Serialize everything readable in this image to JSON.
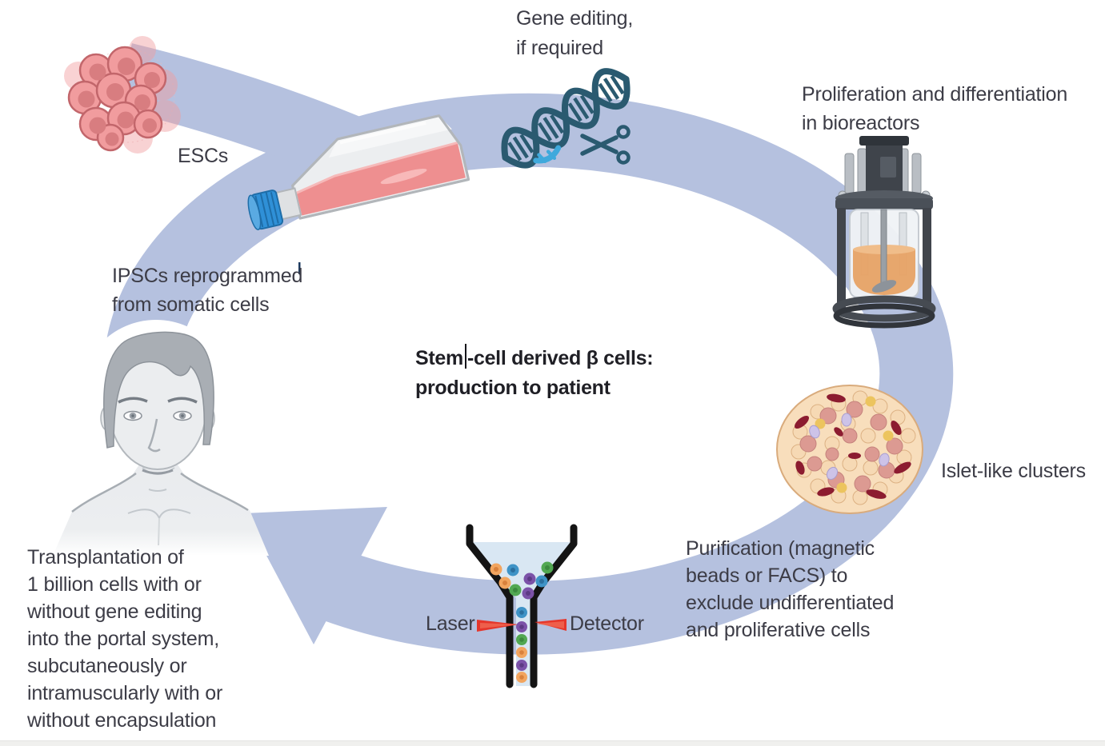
{
  "figure": {
    "title": {
      "part1": "Stem",
      "part2": "-cell derived β cells:",
      "line2": "production to patient"
    }
  },
  "stages": {
    "escs": {
      "label": "ESCs"
    },
    "gene_editing": {
      "line1": "Gene editing,",
      "line2": "if required"
    },
    "bioreactor": {
      "line1": "Proliferation and differentiation",
      "line2": "in bioreactors"
    },
    "islet": {
      "label": "Islet-like clusters"
    },
    "purification": {
      "line1": "Purification (magnetic",
      "line2": "beads or FACS) to",
      "line3": "exclude undifferentiated",
      "line4": "and proliferative cells"
    },
    "facs": {
      "laser": "Laser",
      "detector": "Detector"
    },
    "transplantation": {
      "line1": "Transplantation of",
      "line2": "1 billion cells with or",
      "line3": "without gene editing",
      "line4": "into the portal system,",
      "line5": "subcutaneously or",
      "line6": "intramuscularly with or",
      "line7": "without encapsulation"
    },
    "ipscs": {
      "line1": "IPSCs reprogrammed",
      "line2": "from somatic cells"
    }
  },
  "icons": [
    "cycle-arrow-band",
    "branch-arrow",
    "arrowhead",
    "esc-cells-icon",
    "culture-flask-icon",
    "dna-scissors-icon",
    "bioreactor-icon",
    "islet-cluster-icon",
    "facs-funnel-icon",
    "laser-beam-icon",
    "detector-beam-icon",
    "patient-figure"
  ],
  "colors": {
    "band": "#b5c1df",
    "text": "#3c3c46",
    "title": "#1f1f25",
    "dna": "#2a5a70",
    "dna_highlight": "#3fa9dc",
    "laser_beam": "#e5362b",
    "flask_cap": "#2f90d7",
    "flask_medium": "#ee8f90",
    "bioreactor_liquid": "#e7a265",
    "esc_cell": "#f19c9e",
    "islet_base": "#f8debc",
    "islet_dark": "#8c1c30",
    "funnel_fluid": "#d9e7f3",
    "sort_cells": [
      "#f2a55f",
      "#3f93c6",
      "#52a852",
      "#7b52a8"
    ]
  }
}
